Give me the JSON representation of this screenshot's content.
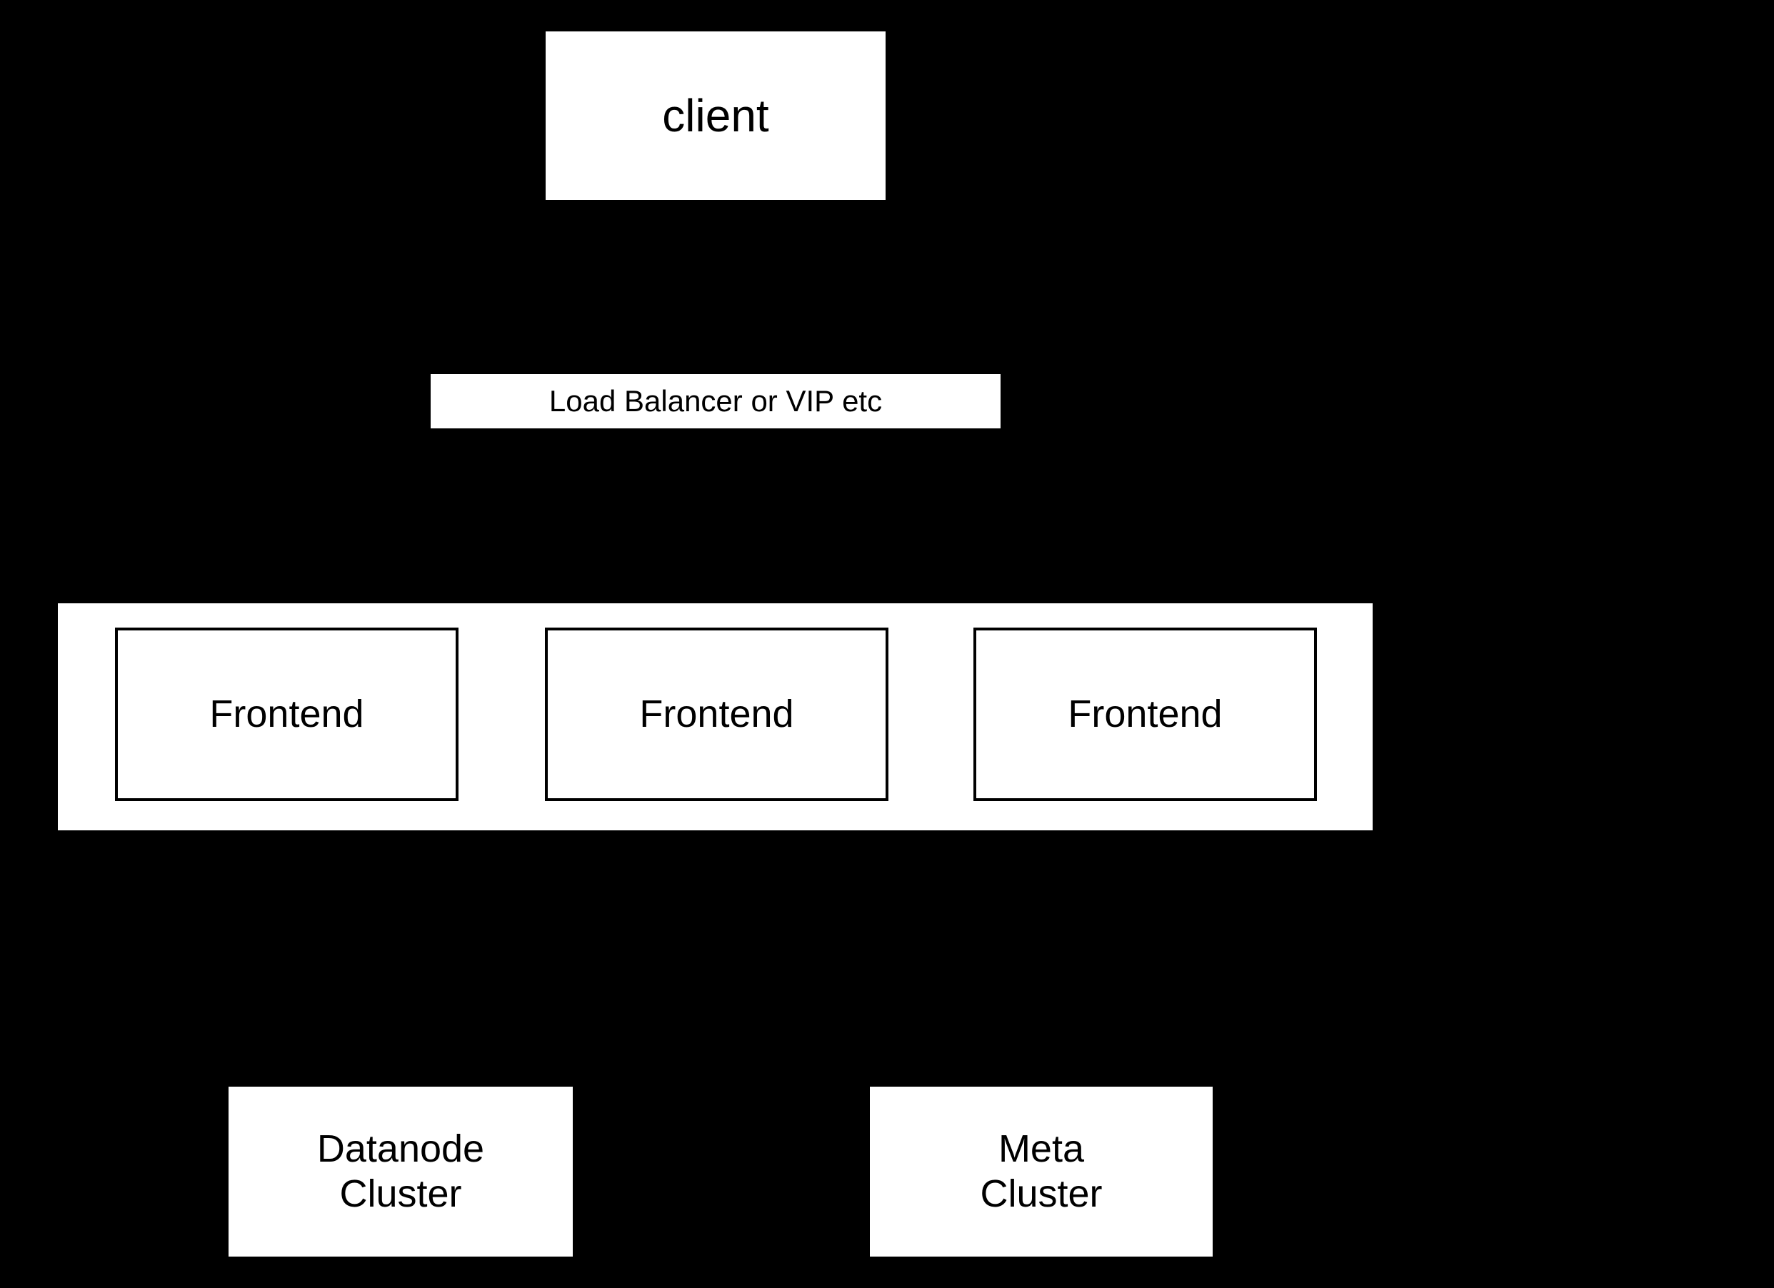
{
  "diagram": {
    "background_color": "#000000",
    "node_fill_color": "#ffffff",
    "node_text_color": "#000000",
    "nodes": {
      "client": {
        "label": "client",
        "style": "plain"
      },
      "load_balancer": {
        "label": "Load Balancer or VIP etc",
        "style": "plain"
      },
      "frontend_cluster": {
        "label": "",
        "style": "dashed"
      },
      "frontend_1": {
        "label": "Frontend",
        "style": "solid"
      },
      "frontend_2": {
        "label": "Frontend",
        "style": "solid"
      },
      "frontend_3": {
        "label": "Frontend",
        "style": "solid"
      },
      "datanode_cluster": {
        "label": "Datanode\nCluster",
        "style": "dashed"
      },
      "meta_cluster": {
        "label": "Meta\nCluster",
        "style": "dashed"
      }
    }
  }
}
